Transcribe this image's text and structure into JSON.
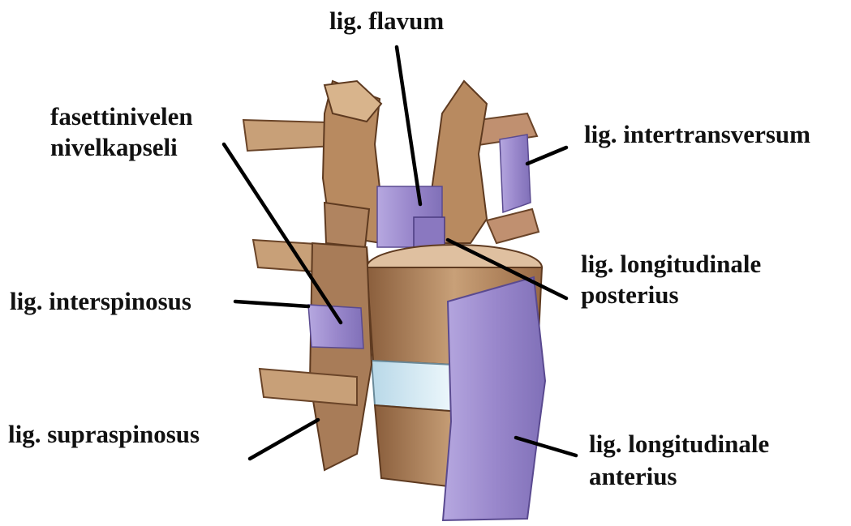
{
  "labels": {
    "flavum": "lig. flavum",
    "facet_line1": "fasettinivelen",
    "facet_line2": "nivelkapseli",
    "intertransversum": "lig. intertransversum",
    "long_post_line1": "lig. longitudinale",
    "long_post_line2": "posterius",
    "interspinosus": "lig. interspinosus",
    "supraspinosus": "lig. supraspinosus",
    "long_ant_line1": "lig. longitudinale",
    "long_ant_line2": "anterius"
  },
  "colors": {
    "bone": "#c8a078",
    "bone_dark": "#8a5e3c",
    "bone_light": "#e6caa6",
    "ligament": "#9a88cc",
    "ligament_light": "#c4b8e6",
    "disc": "#d8ecf4",
    "leader_line": "#000000",
    "text": "#111111"
  }
}
